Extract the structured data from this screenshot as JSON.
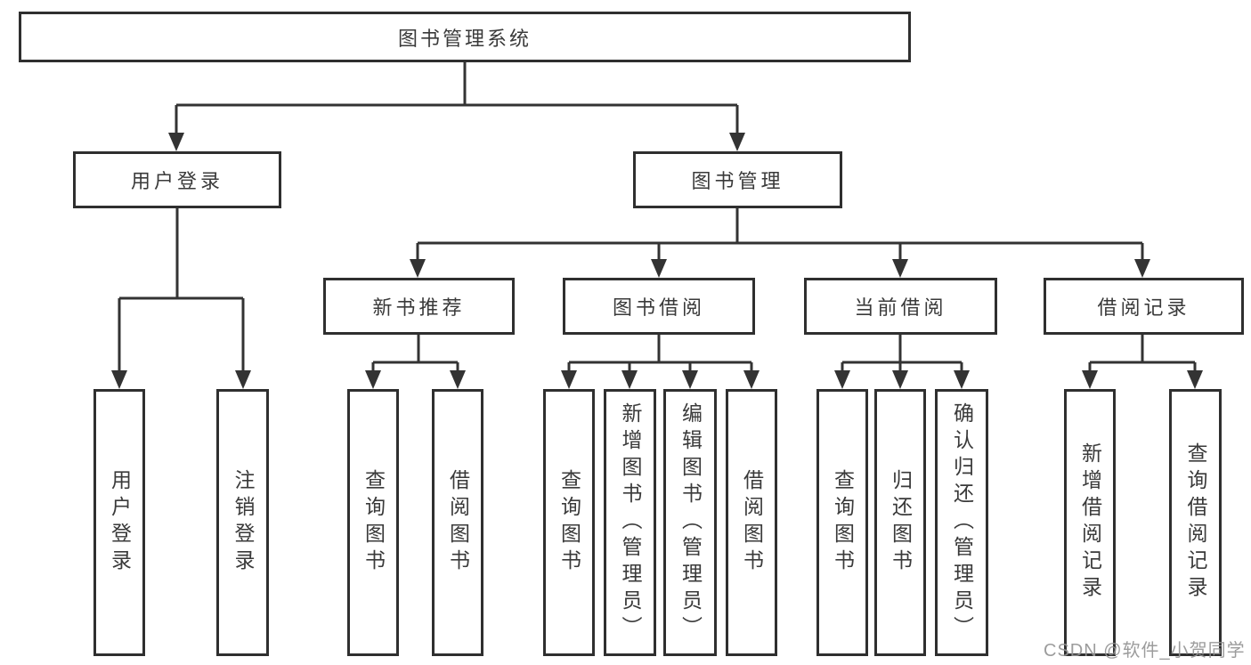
{
  "diagram": {
    "root": "图书管理系统",
    "level2": [
      "用户登录",
      "图书管理"
    ],
    "level3": [
      "新书推荐",
      "图书借阅",
      "当前借阅",
      "借阅记录"
    ],
    "leaves": [
      "用户登录",
      "注销登录",
      "查询图书",
      "借阅图书",
      "查询图书",
      "新增图书（管理员）",
      "编辑图书（管理员）",
      "借阅图书",
      "查询图书",
      "归还图书",
      "确认归还（管理员）",
      "新增借阅记录",
      "查询借阅记录"
    ],
    "colors": {
      "line": "#333333",
      "box_border": "#2f2f2f",
      "box_fill": "#ffffff",
      "text": "#3a3a3a",
      "watermark": "#949494",
      "background": "#ffffff"
    }
  },
  "watermark": "CSDN @软件_小贺同学"
}
